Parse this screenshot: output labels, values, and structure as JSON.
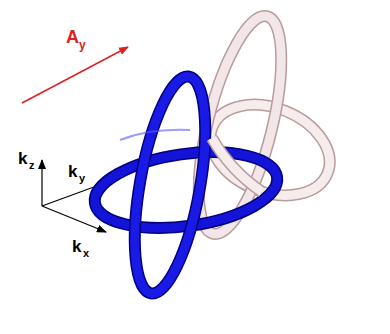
{
  "diagram": {
    "labels": [
      "A",
      "y",
      "k",
      "z",
      "k",
      "y",
      "k",
      "x"
    ]
  }
}
